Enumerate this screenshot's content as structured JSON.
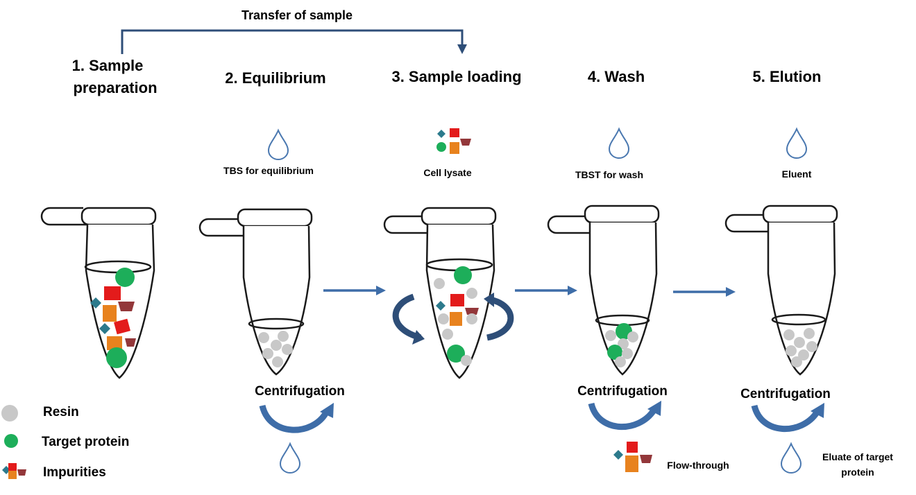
{
  "transfer_label": "Transfer of sample",
  "steps": [
    {
      "title_lines": [
        "1. Sample",
        "preparation"
      ]
    },
    {
      "title_lines": [
        "2. Equilibrium"
      ],
      "reagent": "TBS for equilibrium"
    },
    {
      "title_lines": [
        "3. Sample loading"
      ],
      "reagent": "Cell lysate"
    },
    {
      "title_lines": [
        "4. Wash"
      ],
      "reagent": "TBST for wash"
    },
    {
      "title_lines": [
        "5. Elution"
      ],
      "reagent": "Eluent"
    }
  ],
  "centrifugation_label": "Centrifugation",
  "flow_through_label": "Flow-through",
  "eluate_lines": [
    "Eluate of target",
    "protein"
  ],
  "legend": {
    "resin": "Resin",
    "target_protein": "Target protein",
    "impurities": "Impurities"
  },
  "colors": {
    "arrow": "#3E6DA8",
    "arrow_dark": "#2E4E78",
    "tube_line": "#1A1A1A",
    "droplet": "#4A78B0",
    "resin": "#C8C8C8",
    "target": "#1DAE5A",
    "impurity_red": "#E31B1B",
    "impurity_orange": "#E8821E",
    "impurity_brown": "#93373A",
    "impurity_teal": "#2C7A8C"
  }
}
